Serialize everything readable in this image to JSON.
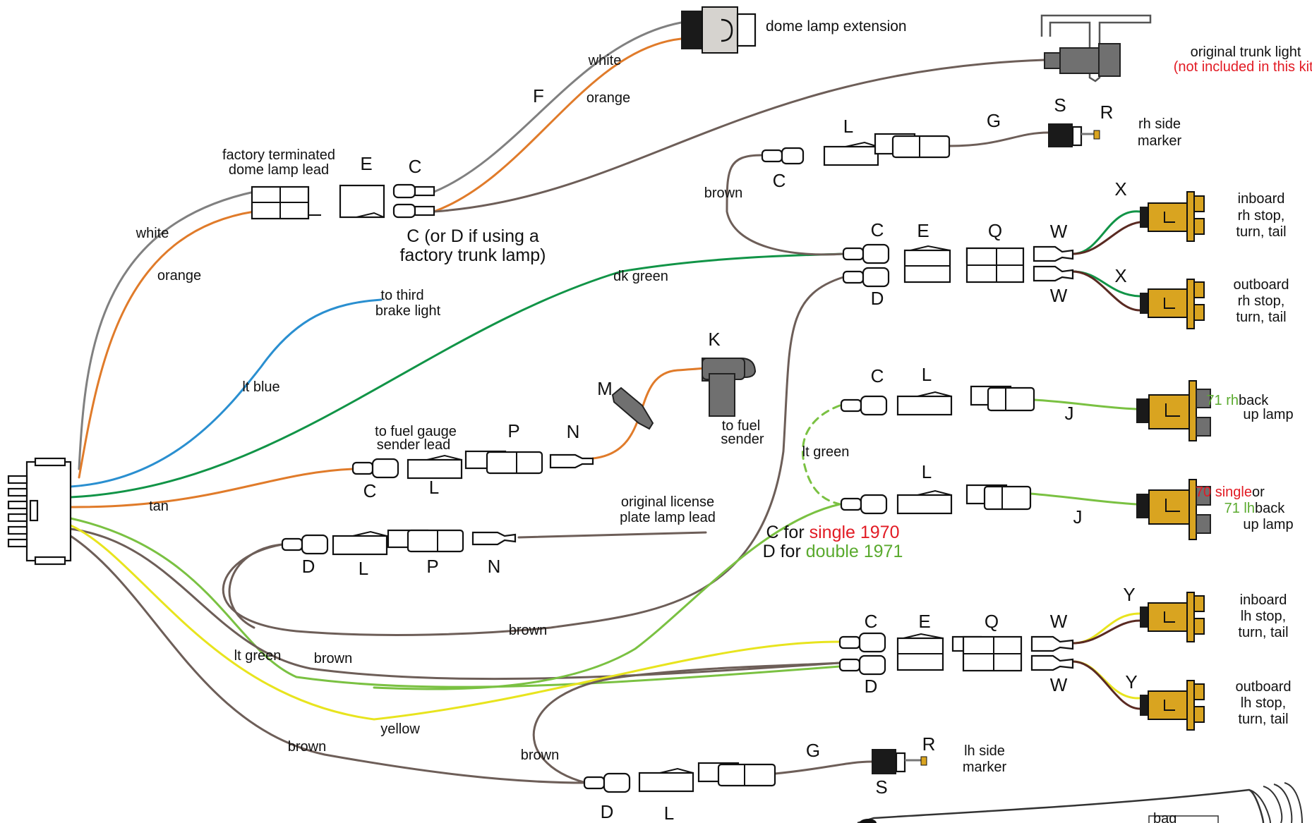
{
  "colors": {
    "white_wire": "#808080",
    "orange": "#e07b2a",
    "lt_blue": "#2a8fd0",
    "dk_green": "#119447",
    "tan": "#e07b2a",
    "lt_green": "#7ac142",
    "yellow": "#e8e41e",
    "brown": "#6d5e58",
    "dark_brown": "#5a2a22",
    "lamp_gold": "#d9a420",
    "red_text": "#e21b24",
    "green_text": "#5aaa2e"
  },
  "parts": {
    "dome_lamp_extension": "dome lamp extension",
    "original_trunk_light": "original trunk light",
    "not_included": "(not included in this kit)",
    "factory_terminated_1": "factory terminated",
    "factory_terminated_2": "dome lamp lead",
    "rh_side_marker_1": "rh side",
    "rh_side_marker_2": "marker",
    "inboard_rh_1": "inboard",
    "inboard_rh_2": "rh stop,",
    "inboard_rh_3": "turn, tail",
    "outboard_rh_1": "outboard",
    "outboard_rh_2": "rh stop,",
    "outboard_rh_3": "turn, tail",
    "third_brake_1": "to third",
    "third_brake_2": "brake light",
    "fuel_sender_1": "to fuel",
    "fuel_sender_2": "sender",
    "fuel_gauge_1": "to fuel gauge",
    "fuel_gauge_2": "sender lead",
    "license_1": "original license",
    "license_2": "plate lamp lead",
    "backup71rh_a": "71 rh",
    "backup71rh_b": " back",
    "backup71rh_c": "up lamp",
    "backup70_a": "70 single",
    "backup70_b": " or",
    "backup70_c": "71 lh",
    "backup70_d": " back",
    "backup70_e": "up lamp",
    "c_or_d_1": "C (or D if using a",
    "c_or_d_2": "factory trunk lamp)",
    "c_for": "C for ",
    "single_1970": "single 1970",
    "d_for": "D for ",
    "double_1971": "double 1971",
    "inboard_lh_1": "inboard",
    "inboard_lh_2": "lh stop,",
    "inboard_lh_3": "turn, tail",
    "outboard_lh_1": "outboard",
    "outboard_lh_2": "lh stop,",
    "outboard_lh_3": "turn, tail",
    "lh_side_marker_1": "lh side",
    "lh_side_marker_2": "marker",
    "bag_tag": "bag"
  },
  "wire_labels": {
    "white_top": "white",
    "orange_top": "orange",
    "white_left": "white",
    "orange_left": "orange",
    "lt_blue": "lt blue",
    "dk_green": "dk green",
    "tan": "tan",
    "lt_green_left": "lt green",
    "brown_mid": "brown",
    "yellow": "yellow",
    "brown_low": "brown",
    "brown_center": "brown",
    "brown_top": "brown",
    "lt_green_right": "lt green",
    "brown_bottom": "brown"
  },
  "codes": {
    "F": "F",
    "E1": "E",
    "C1": "C",
    "L1": "L",
    "G1": "G",
    "S1": "S",
    "R1": "R",
    "C2": "C",
    "X1": "X",
    "X2": "X",
    "C3": "C",
    "E2": "E",
    "Q1": "Q",
    "W1": "W",
    "D1": "D",
    "W2": "W",
    "K": "K",
    "M": "M",
    "P1": "P",
    "N1": "N",
    "C4": "C",
    "L2": "L",
    "C5": "C",
    "L3": "L",
    "J1": "J",
    "L4": "L",
    "J2": "J",
    "D2": "D",
    "L5": "L",
    "P2": "P",
    "N2": "N",
    "Y1": "Y",
    "Y2": "Y",
    "C6": "C",
    "E3": "E",
    "Q2": "Q",
    "W3": "W",
    "D3": "D",
    "W4": "W",
    "G2": "G",
    "R2": "R",
    "S2": "S",
    "D4": "D",
    "L6": "L"
  }
}
